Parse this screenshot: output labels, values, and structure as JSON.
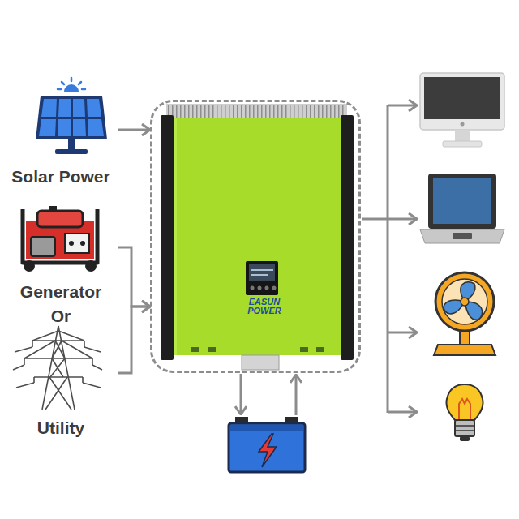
{
  "diagram": {
    "nodes": [
      {
        "text": [
          "Solar Power"
        ]
      },
      {
        "text": [
          "Generator"
        ]
      },
      {
        "text": [
          "Utility"
        ]
      },
      {
        "text": [
          "EASUN POWER"
        ]
      }
    ],
    "edges": [
      {
        "from": 0,
        "to": 3,
        "arrow": "to"
      },
      {
        "from": 1,
        "to": 3,
        "arrow": "to"
      },
      {
        "from": 2,
        "to": 3,
        "arrow": "to"
      }
    ],
    "labels": [
      "Or"
    ]
  }
}
